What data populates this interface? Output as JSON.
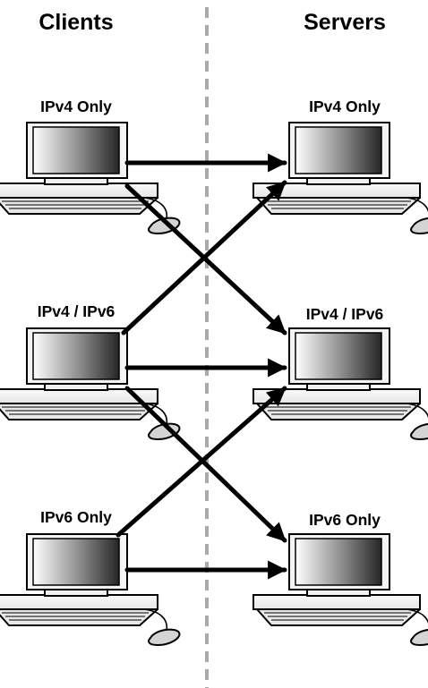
{
  "headings": {
    "clients": "Clients",
    "servers": "Servers"
  },
  "client_labels": [
    "IPv4 Only",
    "IPv4 / IPv6",
    "IPv6 Only"
  ],
  "server_labels": [
    "IPv4 Only",
    "IPv4 / IPv6",
    "IPv6 Only"
  ],
  "connections": [
    {
      "from": "client-ipv4-only",
      "to": "server-ipv4-only"
    },
    {
      "from": "client-ipv4-only",
      "to": "server-ipv4-ipv6"
    },
    {
      "from": "client-ipv4-ipv6",
      "to": "server-ipv4-only"
    },
    {
      "from": "client-ipv4-ipv6",
      "to": "server-ipv4-ipv6"
    },
    {
      "from": "client-ipv4-ipv6",
      "to": "server-ipv6-only"
    },
    {
      "from": "client-ipv6-only",
      "to": "server-ipv4-ipv6"
    },
    {
      "from": "client-ipv6-only",
      "to": "server-ipv6-only"
    }
  ],
  "colors": {
    "arrow": "#000000",
    "divider": "#aaaaaa",
    "screen_dark": "#2a2a2a",
    "screen_light": "#ffffff",
    "case": "#f2f2f2"
  }
}
